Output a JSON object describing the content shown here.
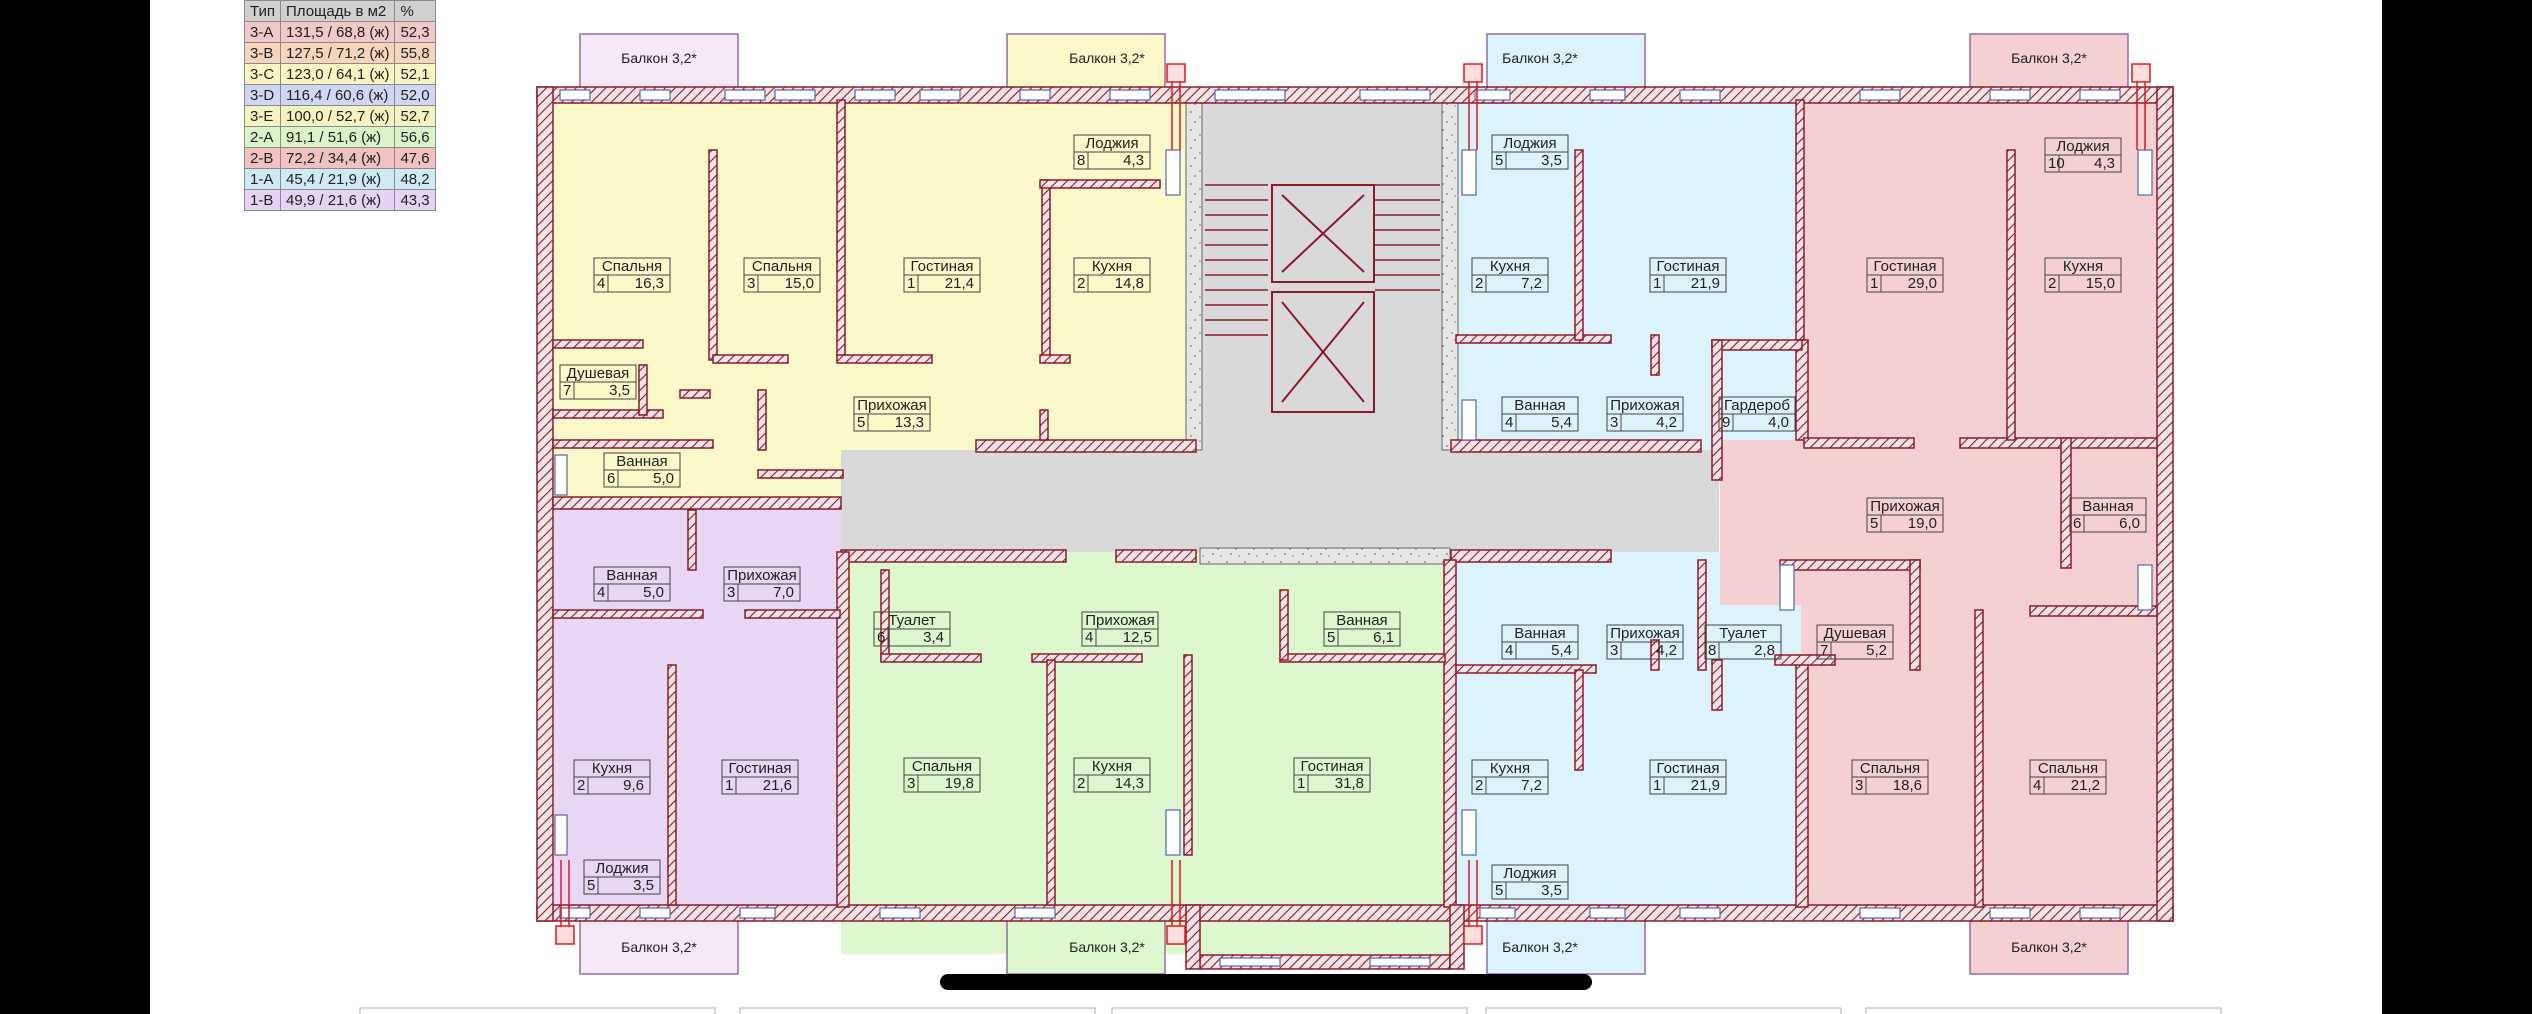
{
  "legend": {
    "headers": [
      "Тип",
      "Площадь в м2",
      "%"
    ],
    "rows": [
      {
        "type": "3-A",
        "area": "131,5 / 68,8 (ж)",
        "pct": "52,3",
        "color": "#f2c9c9"
      },
      {
        "type": "3-B",
        "area": "127,5 / 71,2 (ж)",
        "pct": "55,8",
        "color": "#f7d4bc"
      },
      {
        "type": "3-C",
        "area": "123,0 / 64,1 (ж)",
        "pct": "52,1",
        "color": "#fbf5c4"
      },
      {
        "type": "3-D",
        "area": "116,4 / 60,6 (ж)",
        "pct": "52,0",
        "color": "#cfd7f4"
      },
      {
        "type": "3-E",
        "area": "100,0 / 52,7 (ж)",
        "pct": "52,7",
        "color": "#f6f3c2"
      },
      {
        "type": "2-A",
        "area": " 91,1 / 51,6 (ж)",
        "pct": "56,6",
        "color": "#d9f4c9"
      },
      {
        "type": "2-B",
        "area": " 72,2 / 34,4 (ж)",
        "pct": "47,6",
        "color": "#f2c2c2"
      },
      {
        "type": "1-A",
        "area": " 45,4 / 21,9 (ж)",
        "pct": "48,2",
        "color": "#cfeaf5"
      },
      {
        "type": "1-B",
        "area": " 49,9 / 21,6 (ж)",
        "pct": "43,3",
        "color": "#e5d3f4"
      }
    ]
  },
  "colors": {
    "yellow": "#fbf9c9",
    "violet": "#e8d6f5",
    "green": "#ddf7cf",
    "blue": "#ddf3fb",
    "pink": "#f5d0d3",
    "core": "#d9d9d9",
    "wall": "#8b1a2b"
  },
  "balconies": [
    {
      "label": "Балкон 3,2*"
    },
    {
      "label": "Балкон 3,2*"
    },
    {
      "label": "Балкон 3,2*"
    },
    {
      "label": "Балкон 3,2*"
    },
    {
      "label": "Балкон 3,2*"
    },
    {
      "label": "Балкон 3,2*"
    },
    {
      "label": "Балкон 3,2*"
    },
    {
      "label": "Балкон 3,2*"
    }
  ],
  "rooms": [
    {
      "name": "Спальня",
      "num": "4",
      "area": "16,3"
    },
    {
      "name": "Спальня",
      "num": "3",
      "area": "15,0"
    },
    {
      "name": "Гостиная",
      "num": "1",
      "area": "21,4"
    },
    {
      "name": "Лоджия",
      "num": "8",
      "area": "4,3"
    },
    {
      "name": "Кухня",
      "num": "2",
      "area": "14,8"
    },
    {
      "name": "Душевая",
      "num": "7",
      "area": "3,5"
    },
    {
      "name": "Прихожая",
      "num": "5",
      "area": "13,3"
    },
    {
      "name": "Ванная",
      "num": "6",
      "area": "5,0"
    },
    {
      "name": "Ванная",
      "num": "4",
      "area": "5,0"
    },
    {
      "name": "Прихожая",
      "num": "3",
      "area": "7,0"
    },
    {
      "name": "Кухня",
      "num": "2",
      "area": "9,6"
    },
    {
      "name": "Гостиная",
      "num": "1",
      "area": "21,6"
    },
    {
      "name": "Лоджия",
      "num": "5",
      "area": "3,5"
    },
    {
      "name": "Туалет",
      "num": "6",
      "area": "3,4"
    },
    {
      "name": "Прихожая",
      "num": "4",
      "area": "12,5"
    },
    {
      "name": "Ванная",
      "num": "5",
      "area": "6,1"
    },
    {
      "name": "Спальня",
      "num": "3",
      "area": "19,8"
    },
    {
      "name": "Кухня",
      "num": "2",
      "area": "14,3"
    },
    {
      "name": "Гостиная",
      "num": "1",
      "area": "31,8"
    },
    {
      "name": "Лоджия",
      "num": "5",
      "area": "3,5"
    },
    {
      "name": "Кухня",
      "num": "2",
      "area": "7,2"
    },
    {
      "name": "Гостиная",
      "num": "1",
      "area": "21,9"
    },
    {
      "name": "Ванная",
      "num": "4",
      "area": "5,4"
    },
    {
      "name": "Прихожая",
      "num": "3",
      "area": "4,2"
    },
    {
      "name": "Ванная",
      "num": "4",
      "area": "5,4"
    },
    {
      "name": "Прихожая",
      "num": "3",
      "area": "4,2"
    },
    {
      "name": "Кухня",
      "num": "2",
      "area": "7,2"
    },
    {
      "name": "Гостиная",
      "num": "1",
      "area": "21,9"
    },
    {
      "name": "Лоджия",
      "num": "5",
      "area": "3,5"
    },
    {
      "name": "Лоджия",
      "num": "10",
      "area": "4,3"
    },
    {
      "name": "Гостиная",
      "num": "1",
      "area": "29,0"
    },
    {
      "name": "Кухня",
      "num": "2",
      "area": "15,0"
    },
    {
      "name": "Гардероб",
      "num": "9",
      "area": "4,0"
    },
    {
      "name": "Прихожая",
      "num": "5",
      "area": "19,0"
    },
    {
      "name": "Ванная",
      "num": "6",
      "area": "6,0"
    },
    {
      "name": "Туалет",
      "num": "8",
      "area": "2,8"
    },
    {
      "name": "Душевая",
      "num": "7",
      "area": "5,2"
    },
    {
      "name": "Спальня",
      "num": "3",
      "area": "18,6"
    },
    {
      "name": "Спальня",
      "num": "4",
      "area": "21,2"
    }
  ]
}
